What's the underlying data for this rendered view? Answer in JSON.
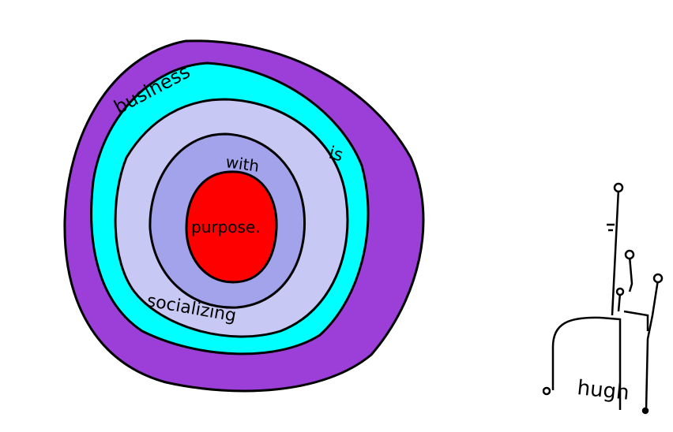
{
  "cartoon": {
    "rings": [
      {
        "label": "business",
        "color": "#9b3fd8"
      },
      {
        "label": "is",
        "color": "#00ffff"
      },
      {
        "label": "socializing",
        "color": "#c8c8f4"
      },
      {
        "label": "with",
        "color": "#a3a3ec"
      },
      {
        "label": "purpose.",
        "color": "#ff0000"
      }
    ],
    "signature": "hugh"
  }
}
